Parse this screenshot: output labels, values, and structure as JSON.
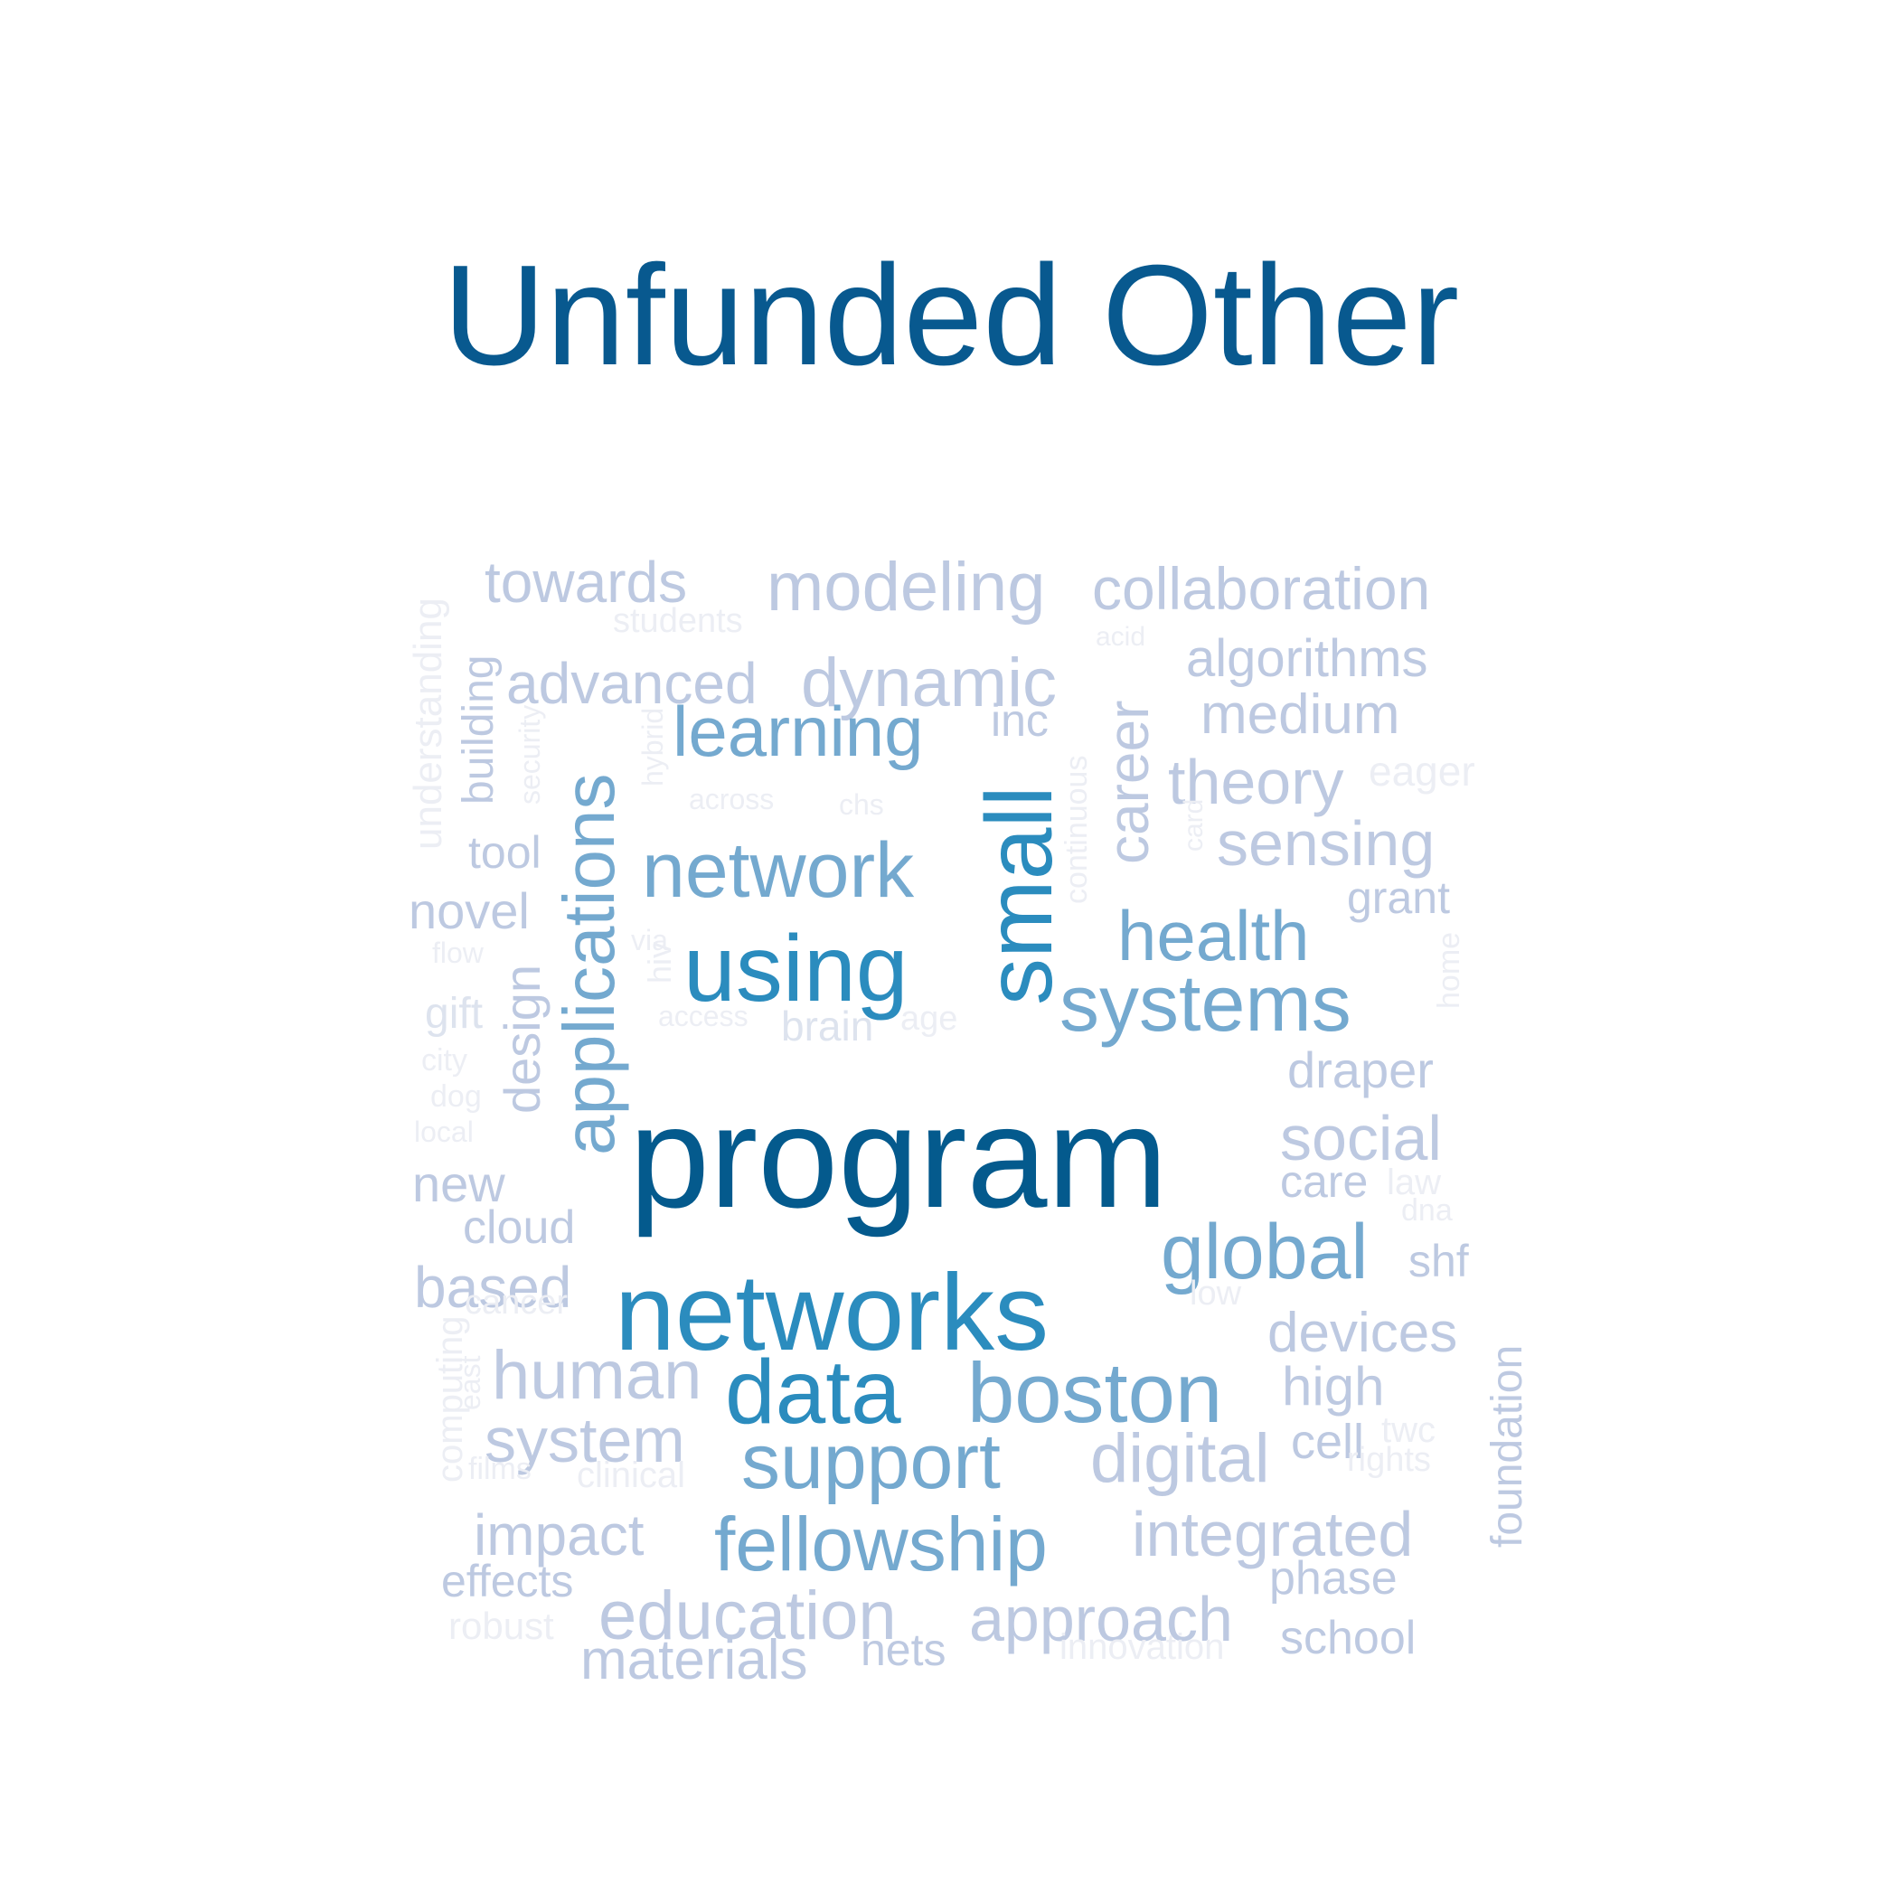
{
  "title": "Unfunded Other",
  "colors": {
    "title": "#08598f",
    "shade-1": "#045a8d",
    "shade-2": "#2b8cbe",
    "shade-3": "#74a9cf",
    "shade-4": "#bdc9e1",
    "shade-5": "#dde3ee",
    "shade-6": "#eceef4"
  },
  "words": [
    {
      "text": "towards",
      "shade": 4
    },
    {
      "text": "modeling",
      "shade": 4
    },
    {
      "text": "collaboration",
      "shade": 4
    },
    {
      "text": "students",
      "shade": 6
    },
    {
      "text": "acid",
      "shade": 6
    },
    {
      "text": "advanced",
      "shade": 4
    },
    {
      "text": "dynamic",
      "shade": 4
    },
    {
      "text": "algorithms",
      "shade": 4
    },
    {
      "text": "understanding",
      "shade": 6,
      "vertical": true
    },
    {
      "text": "building",
      "shade": 4,
      "vertical": true
    },
    {
      "text": "security",
      "shade": 6,
      "vertical": true
    },
    {
      "text": "applications",
      "shade": 3,
      "vertical": true
    },
    {
      "text": "hybrid",
      "shade": 6,
      "vertical": true
    },
    {
      "text": "learning",
      "shade": 3
    },
    {
      "text": "inc",
      "shade": 4
    },
    {
      "text": "career",
      "shade": 4,
      "vertical": true
    },
    {
      "text": "medium",
      "shade": 4
    },
    {
      "text": "small",
      "shade": 2,
      "vertical": true
    },
    {
      "text": "continuous",
      "shade": 6,
      "vertical": true
    },
    {
      "text": "theory",
      "shade": 4
    },
    {
      "text": "eager",
      "shade": 6
    },
    {
      "text": "across",
      "shade": 6
    },
    {
      "text": "chs",
      "shade": 6
    },
    {
      "text": "card",
      "shade": 6,
      "vertical": true
    },
    {
      "text": "sensing",
      "shade": 4
    },
    {
      "text": "tool",
      "shade": 4
    },
    {
      "text": "network",
      "shade": 3
    },
    {
      "text": "grant",
      "shade": 4
    },
    {
      "text": "novel",
      "shade": 4
    },
    {
      "text": "health",
      "shade": 3
    },
    {
      "text": "using",
      "shade": 2
    },
    {
      "text": "via",
      "shade": 6
    },
    {
      "text": "flow",
      "shade": 6
    },
    {
      "text": "home",
      "shade": 6,
      "vertical": true
    },
    {
      "text": "systems",
      "shade": 3
    },
    {
      "text": "hiv",
      "shade": 6,
      "vertical": true
    },
    {
      "text": "design",
      "shade": 4,
      "vertical": true
    },
    {
      "text": "gift",
      "shade": 5
    },
    {
      "text": "access",
      "shade": 6
    },
    {
      "text": "brain",
      "shade": 5
    },
    {
      "text": "age",
      "shade": 6
    },
    {
      "text": "city",
      "shade": 6
    },
    {
      "text": "program",
      "shade": 1
    },
    {
      "text": "draper",
      "shade": 4
    },
    {
      "text": "dog",
      "shade": 6
    },
    {
      "text": "social",
      "shade": 4
    },
    {
      "text": "local",
      "shade": 6
    },
    {
      "text": "new",
      "shade": 4
    },
    {
      "text": "care",
      "shade": 4
    },
    {
      "text": "law",
      "shade": 6
    },
    {
      "text": "cloud",
      "shade": 4
    },
    {
      "text": "global",
      "shade": 3
    },
    {
      "text": "dna",
      "shade": 6
    },
    {
      "text": "networks",
      "shade": 2
    },
    {
      "text": "shf",
      "shade": 4
    },
    {
      "text": "based",
      "shade": 4
    },
    {
      "text": "low",
      "shade": 6
    },
    {
      "text": "cancer",
      "shade": 6
    },
    {
      "text": "devices",
      "shade": 4
    },
    {
      "text": "computing",
      "shade": 6,
      "vertical": true
    },
    {
      "text": "human",
      "shade": 4
    },
    {
      "text": "data",
      "shade": 2
    },
    {
      "text": "boston",
      "shade": 3
    },
    {
      "text": "high",
      "shade": 4
    },
    {
      "text": "foundation",
      "shade": 4,
      "vertical": true
    },
    {
      "text": "east",
      "shade": 6,
      "vertical": true
    },
    {
      "text": "system",
      "shade": 4
    },
    {
      "text": "support",
      "shade": 3
    },
    {
      "text": "digital",
      "shade": 4
    },
    {
      "text": "cell",
      "shade": 4
    },
    {
      "text": "twc",
      "shade": 6
    },
    {
      "text": "rights",
      "shade": 6
    },
    {
      "text": "films",
      "shade": 6
    },
    {
      "text": "clinical",
      "shade": 6
    },
    {
      "text": "impact",
      "shade": 4
    },
    {
      "text": "fellowship",
      "shade": 3
    },
    {
      "text": "integrated",
      "shade": 4
    },
    {
      "text": "effects",
      "shade": 4
    },
    {
      "text": "education",
      "shade": 4
    },
    {
      "text": "approach",
      "shade": 4
    },
    {
      "text": "phase",
      "shade": 4
    },
    {
      "text": "robust",
      "shade": 6
    },
    {
      "text": "materials",
      "shade": 4
    },
    {
      "text": "nets",
      "shade": 4
    },
    {
      "text": "innovation",
      "shade": 6
    },
    {
      "text": "school",
      "shade": 4
    }
  ]
}
